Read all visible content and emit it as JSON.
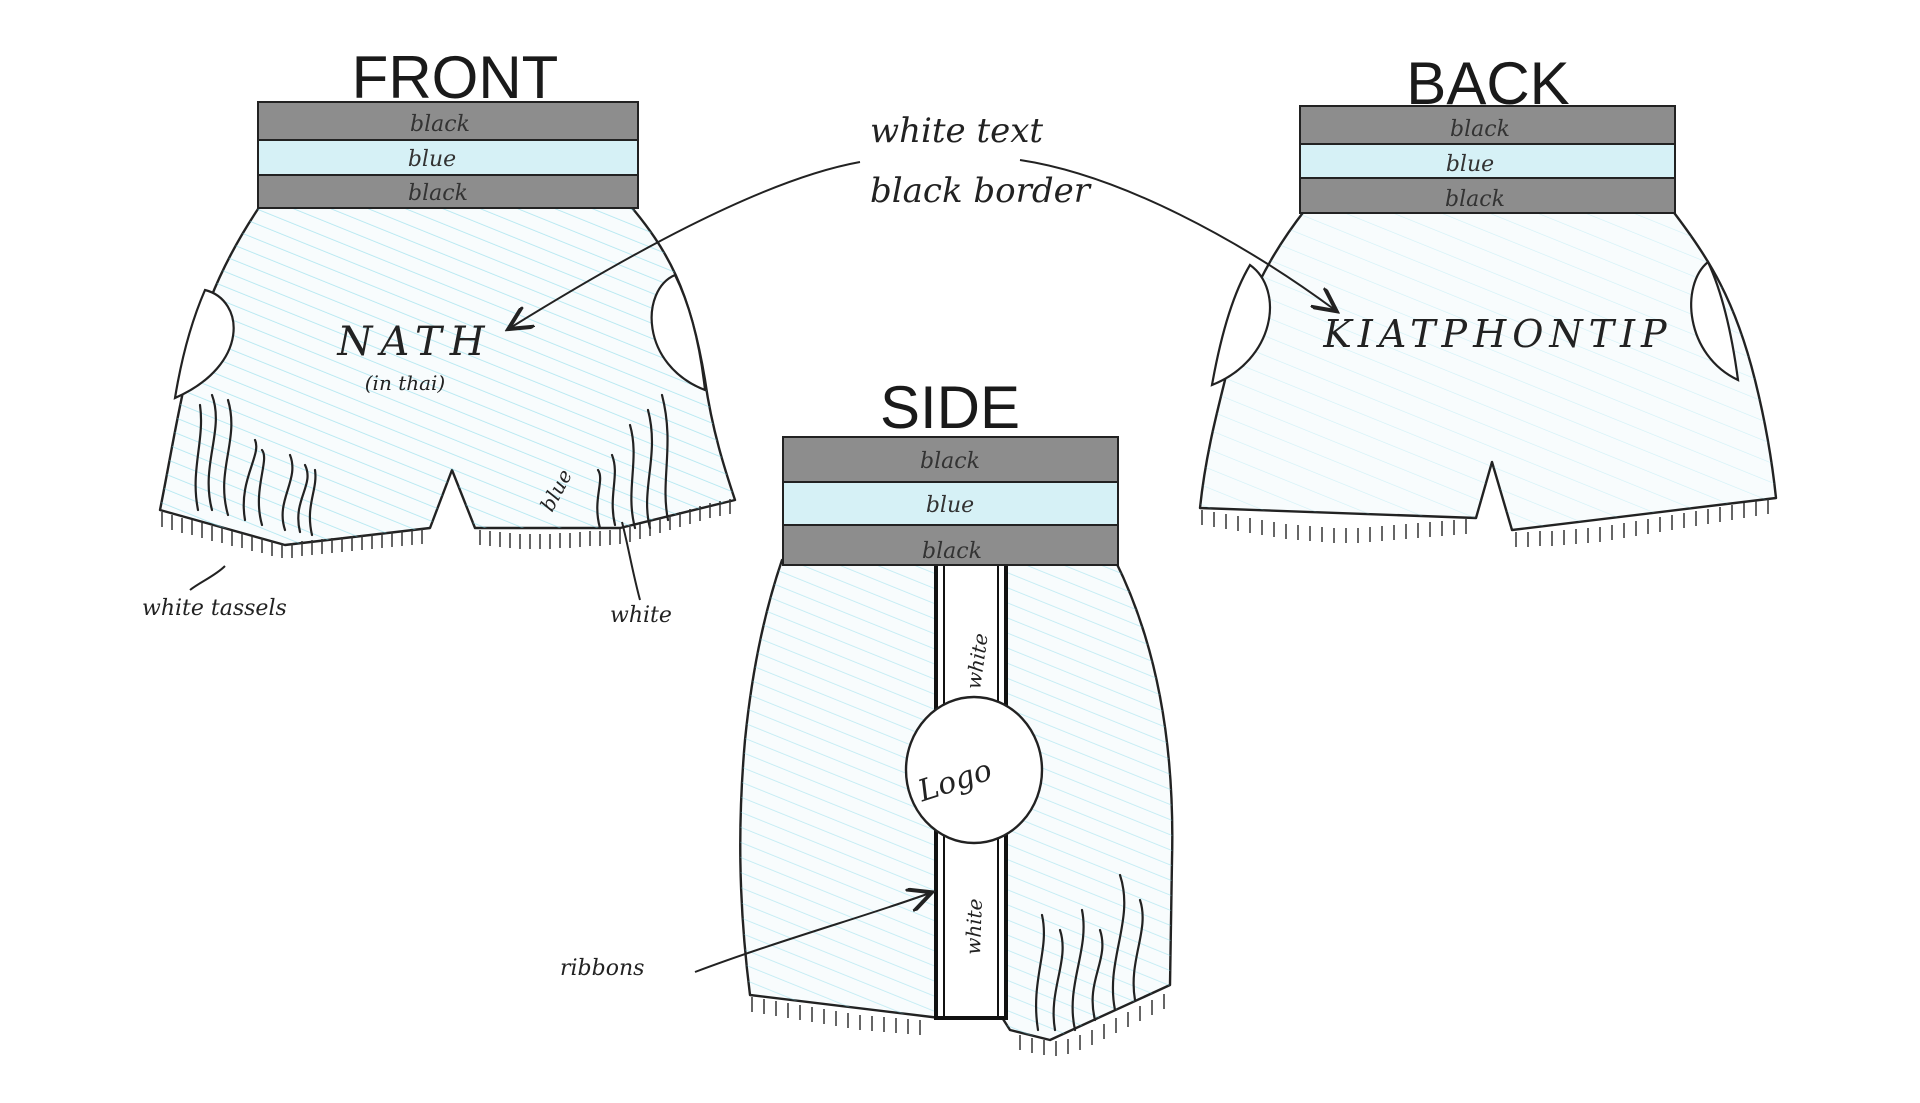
{
  "views": {
    "front": {
      "title": "FRONT",
      "bands": [
        "black",
        "blue",
        "black"
      ],
      "main_text": "NATH",
      "sub_text": "(in thai)",
      "flame_label_blue": "blue",
      "flame_label_white": "white",
      "tassels_label": "white tassels"
    },
    "back": {
      "title": "BACK",
      "bands": [
        "black",
        "blue",
        "black"
      ],
      "main_text": "KIATPHONTIP"
    },
    "side": {
      "title": "SIDE",
      "bands": [
        "black",
        "blue",
        "black"
      ],
      "stripe_label_top": "white",
      "stripe_label_bottom": "white",
      "logo_text": "Logo",
      "ribbons_label": "ribbons"
    }
  },
  "annotation": {
    "line1": "white text",
    "line2": "black border"
  },
  "colors": {
    "waistband_black": "#8d8d8d",
    "waistband_blue": "#d6f1f6",
    "shorts_tint": "#6fd3e6",
    "ink": "#222222"
  }
}
